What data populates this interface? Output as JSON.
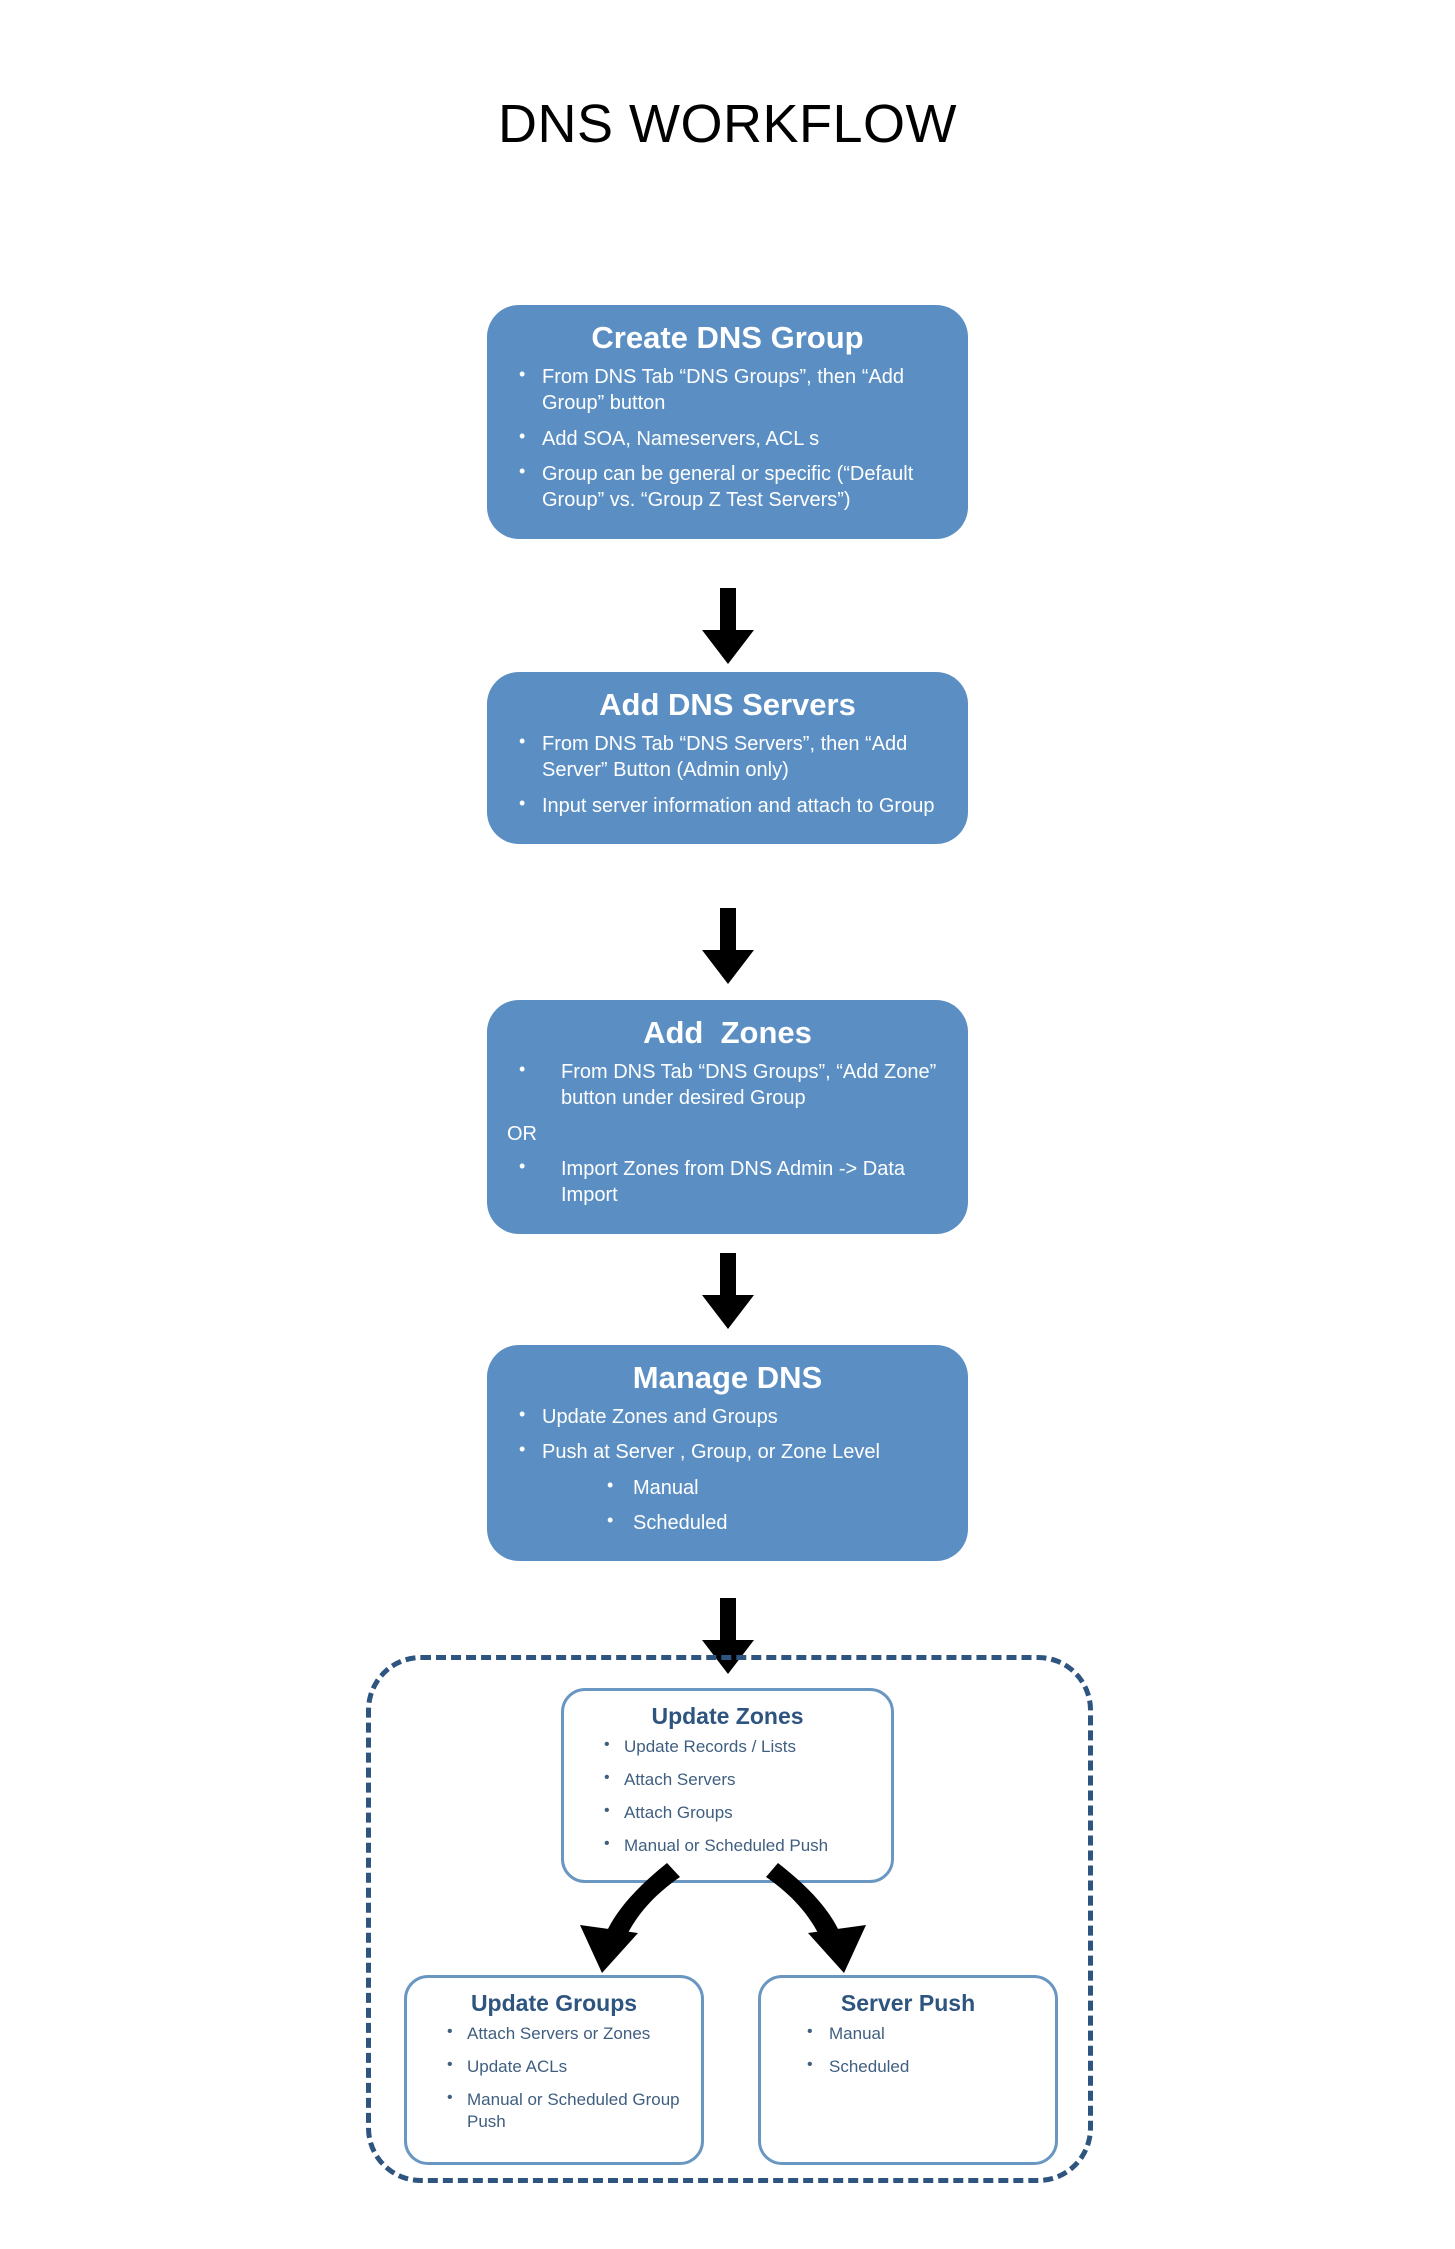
{
  "page": {
    "title": "DNS WORKFLOW",
    "accent_blue": "#5B8FC4",
    "outline_blue": "#6A96C2",
    "dashed_navy": "#2E5480",
    "bullet_text_blue": "#3F5E80",
    "arrow_color": "#000000"
  },
  "steps": [
    {
      "id": "create-dns-group",
      "title": "Create DNS Group",
      "bullets": [
        "From DNS Tab “DNS Groups”, then “Add Group” button",
        "Add SOA, Nameservers, ACL s",
        "Group can be general or specific (“Default Group” vs. “Group Z Test Servers”)"
      ]
    },
    {
      "id": "add-dns-servers",
      "title": "Add DNS Servers",
      "bullets": [
        "From DNS Tab “DNS Servers”, then “Add Server” Button (Admin only)",
        "Input server information and attach to Group"
      ]
    },
    {
      "id": "add-zones",
      "title": "Add  Zones",
      "bullet_1": "From DNS Tab “DNS Groups”, “Add Zone” button under desired Group",
      "separator": "OR",
      "bullet_2": "Import Zones from DNS Admin -> Data Import"
    },
    {
      "id": "manage-dns",
      "title": "Manage DNS",
      "bullets": [
        "Update Zones and Groups",
        "Push at Server , Group, or Zone Level"
      ],
      "sub_bullets": [
        "Manual",
        "Scheduled"
      ]
    }
  ],
  "manage_group": {
    "update_zones": {
      "title": "Update Zones",
      "bullets": [
        "Update Records / Lists",
        "Attach Servers",
        "Attach Groups",
        "Manual or Scheduled Push"
      ]
    },
    "update_groups": {
      "title": "Update Groups",
      "bullets": [
        "Attach Servers or Zones",
        "Update ACLs",
        "Manual or Scheduled Group Push"
      ]
    },
    "server_push": {
      "title": "Server Push",
      "bullets": [
        "Manual",
        "Scheduled"
      ]
    }
  },
  "connectors": {
    "arrow_1": "down-arrow",
    "arrow_2": "down-arrow",
    "arrow_3": "down-arrow",
    "arrow_4": "down-arrow",
    "branch_left": "curved-arrow-left",
    "branch_right": "curved-arrow-right"
  }
}
